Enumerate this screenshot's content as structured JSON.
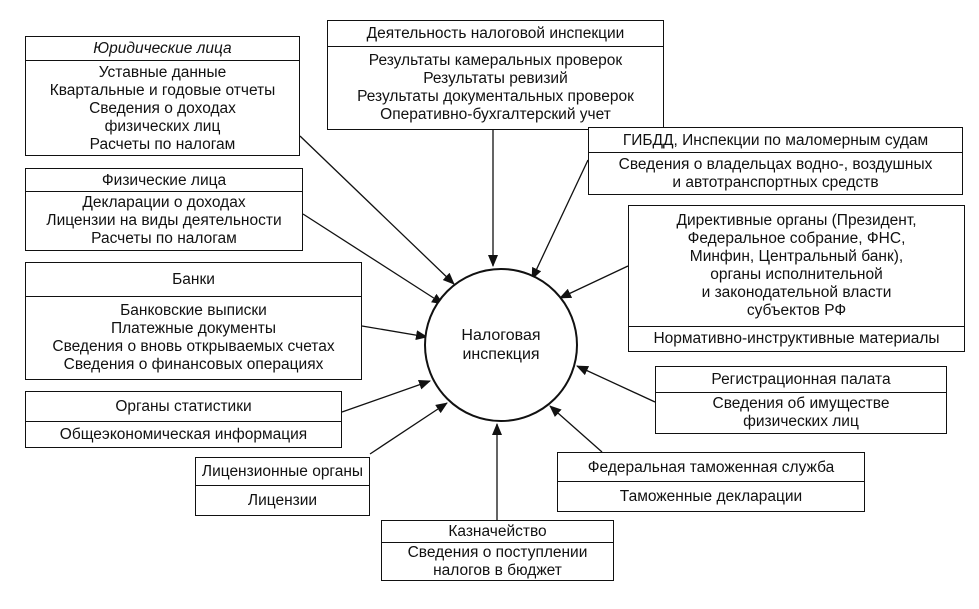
{
  "center": {
    "line1": "Налоговая",
    "line2": "инспекция"
  },
  "legal_entities": {
    "title": "Юридические лица",
    "items": [
      "Уставные данные",
      "Квартальные и годовые отчеты",
      "Сведения о доходах",
      "физических лиц",
      "Расчеты по налогам"
    ]
  },
  "individuals": {
    "title": "Физические лица",
    "items": [
      "Декларации о доходах",
      "Лицензии на виды деятельности",
      "Расчеты по налогам"
    ]
  },
  "banks": {
    "title": "Банки",
    "items": [
      "Банковские выписки",
      "Платежные документы",
      "Сведения о вновь открываемых счетах",
      "Сведения о финансовых операциях"
    ]
  },
  "statistics": {
    "title": "Органы статистики",
    "items": [
      "Общеэкономическая информация"
    ]
  },
  "licensing": {
    "title": "Лицензионные органы",
    "items": [
      "Лицензии"
    ]
  },
  "treasury": {
    "title": "Казначейство",
    "items": [
      "Сведения о поступлении",
      "налогов в бюджет"
    ]
  },
  "inspection_activity": {
    "title": "Деятельность налоговой инспекции",
    "items": [
      "Результаты камеральных проверок",
      "Результаты ревизий",
      "Результаты документальных проверок",
      "Оперативно-бухгалтерский учет"
    ]
  },
  "gibdd": {
    "title": "ГИБДД, Инспекции по маломерным судам",
    "items": [
      "Сведения о владельцах водно-, воздушных",
      "и автотранспортных средств"
    ]
  },
  "directive": {
    "items": [
      "Директивные органы (Президент,",
      "Федеральное собрание, ФНС,",
      "Минфин, Центральный банк),",
      "органы исполнительной",
      "и законодательной власти",
      "субъектов РФ"
    ],
    "footer": "Нормативно-инструктивные материалы"
  },
  "registration": {
    "title": "Регистрационная палата",
    "items": [
      "Сведения об имуществе",
      "физических лиц"
    ]
  },
  "customs": {
    "title": "Федеральная таможенная служба",
    "items": [
      "Таможенные декларации"
    ]
  },
  "colors": {
    "ink": "#111111",
    "background": "#ffffff"
  }
}
